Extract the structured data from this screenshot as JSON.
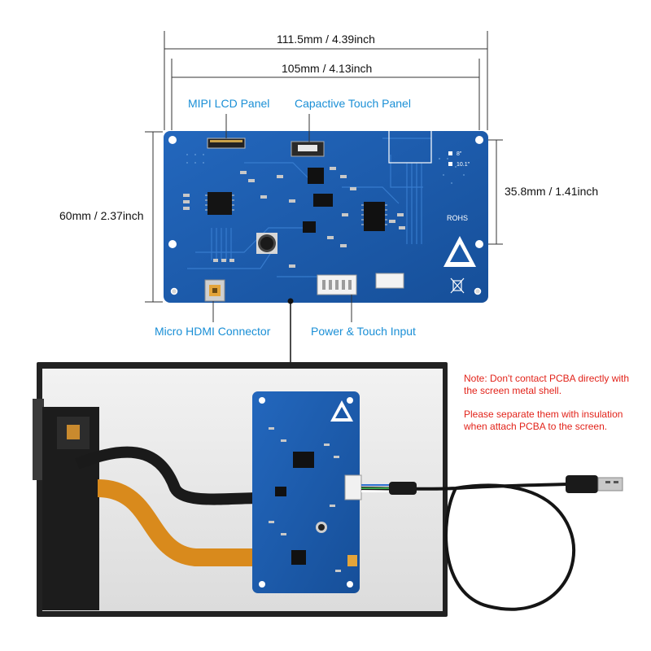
{
  "dimensions": {
    "outer_width": "111.5mm / 4.39inch",
    "inner_width": "105mm / 4.13inch",
    "height": "60mm / 2.37inch",
    "hole_spacing": "35.8mm / 1.41inch"
  },
  "callouts": {
    "mipi_lcd": "MIPI LCD Panel",
    "capacitive_touch": "Capactive Touch Panel",
    "micro_hdmi": "Micro HDMI Connector",
    "power_touch": "Power & Touch Input"
  },
  "board_marks": {
    "rohs": "ROHS",
    "size_8": "8\"",
    "size_10": "10.1\""
  },
  "note": {
    "line1": "Note: Don't contact PCBA directly with the screen metal shell.",
    "line2": "Please separate them with insulation when attach PCBA to the screen."
  },
  "colors": {
    "pcb_blue": "#1a58a8",
    "callout_blue": "#1a8fd6",
    "note_red": "#e2231a"
  }
}
